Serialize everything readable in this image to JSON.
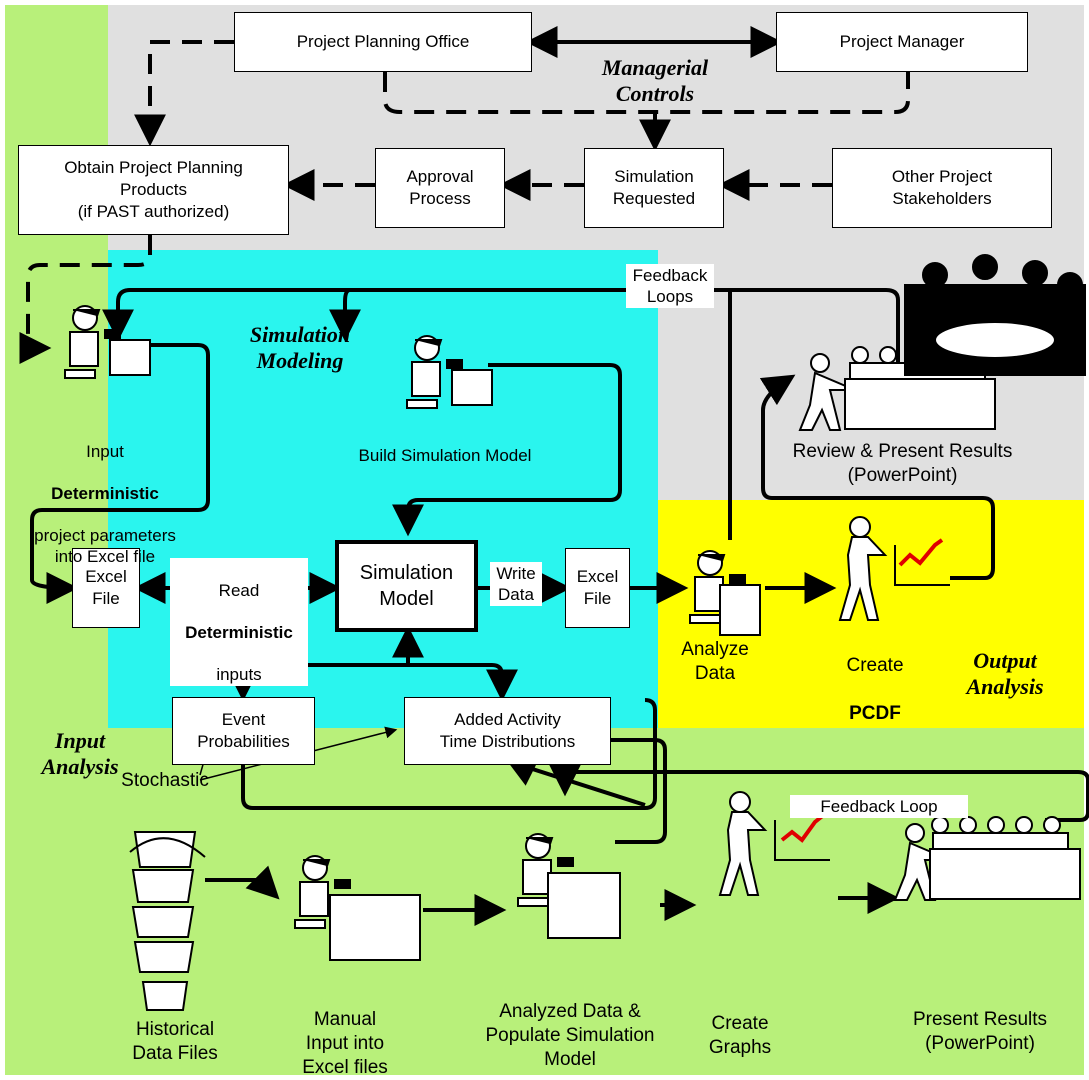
{
  "colors": {
    "input_analysis_bg": "#b8f07a",
    "managerial_bg": "#e0e0e0",
    "simulation_bg": "#2af5ee",
    "output_bg": "#ffff00"
  },
  "regions": {
    "managerial": "Managerial\nControls",
    "simulation": "Simulation\nModeling",
    "output": "Output\nAnalysis",
    "input": "Input\nAnalysis"
  },
  "boxes": {
    "ppo": "Project Planning Office",
    "pm": "Project Manager",
    "obtain": "Obtain Project Planning\nProducts\n(if PAST authorized)",
    "approval": "Approval\nProcess",
    "sim_req": "Simulation\nRequested",
    "stakeholders": "Other Project\nStakeholders",
    "excel_in": "Excel\nFile",
    "excel_out": "Excel\nFile",
    "sim_model": "Simulation\nModel",
    "event_prob": "Event\nProbabilities",
    "added_activity": "Added Activity\nTime Distributions"
  },
  "tags": {
    "feedback_loops": "Feedback\nLoops",
    "feedback_loop": "Feedback Loop",
    "read_line1": "Read",
    "read_bold": "Deterministic",
    "read_line3": "inputs",
    "write": "Write\nData"
  },
  "labels": {
    "input_det_1": "Input",
    "input_det_bold": "Deterministic",
    "input_det_2": "project parameters\ninto Excel file",
    "build_model": "Build Simulation Model",
    "review": "Review & Present Results\n(PowerPoint)",
    "analyze": "Analyze\nData",
    "create_pcdf_1": "Create",
    "create_pcdf_bold": "PCDF",
    "stochastic": "Stochastic",
    "historical": "Historical\nData Files",
    "manual": "Manual\nInput into\nExcel files",
    "analyzed": "Analyzed Data &\nPopulate Simulation\nModel",
    "create_graphs": "Create\nGraphs",
    "present": "Present Results\n(PowerPoint)"
  }
}
